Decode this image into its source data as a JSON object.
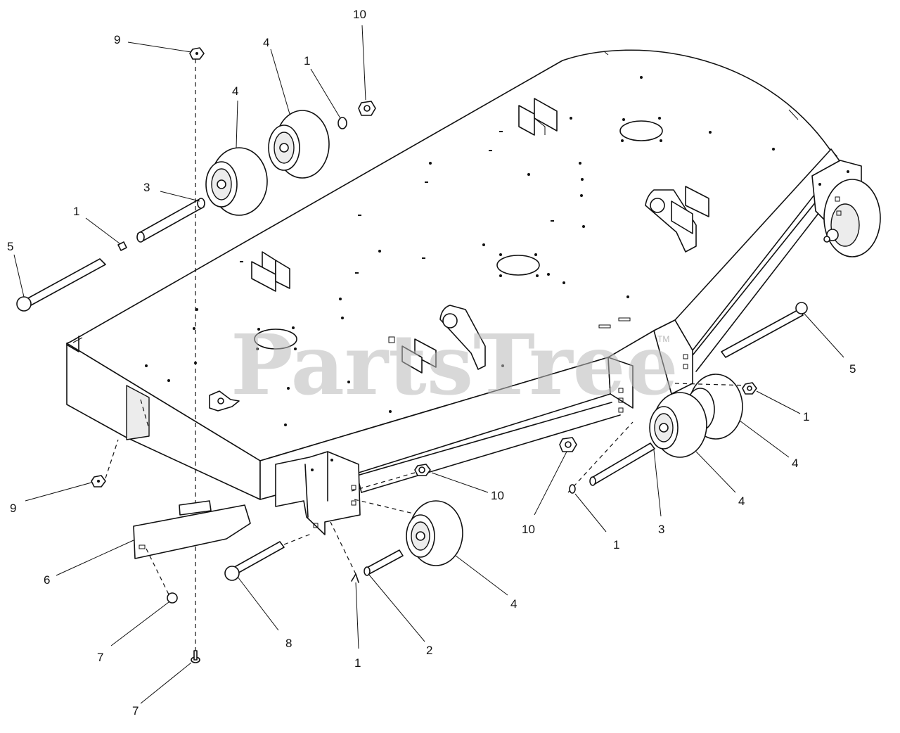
{
  "watermark": {
    "text": "PartsTree",
    "trademark": "TM"
  },
  "callouts": [
    {
      "id": "c9a",
      "label": "9"
    },
    {
      "id": "c10a",
      "label": "10"
    },
    {
      "id": "c4a",
      "label": "4"
    },
    {
      "id": "c4b",
      "label": "4"
    },
    {
      "id": "c1a",
      "label": "1"
    },
    {
      "id": "c3a",
      "label": "3"
    },
    {
      "id": "c1b",
      "label": "1"
    },
    {
      "id": "c5a",
      "label": "5"
    },
    {
      "id": "c5b",
      "label": "5"
    },
    {
      "id": "c1c",
      "label": "1"
    },
    {
      "id": "c4c",
      "label": "4"
    },
    {
      "id": "c4d",
      "label": "4"
    },
    {
      "id": "c10b",
      "label": "10"
    },
    {
      "id": "c10c",
      "label": "10"
    },
    {
      "id": "c1d",
      "label": "1"
    },
    {
      "id": "c3b",
      "label": "3"
    },
    {
      "id": "c9b",
      "label": "9"
    },
    {
      "id": "c6",
      "label": "6"
    },
    {
      "id": "c7a",
      "label": "7"
    },
    {
      "id": "c7b",
      "label": "7"
    },
    {
      "id": "c8",
      "label": "8"
    },
    {
      "id": "c1e",
      "label": "1"
    },
    {
      "id": "c2",
      "label": "2"
    },
    {
      "id": "c4e",
      "label": "4"
    }
  ]
}
